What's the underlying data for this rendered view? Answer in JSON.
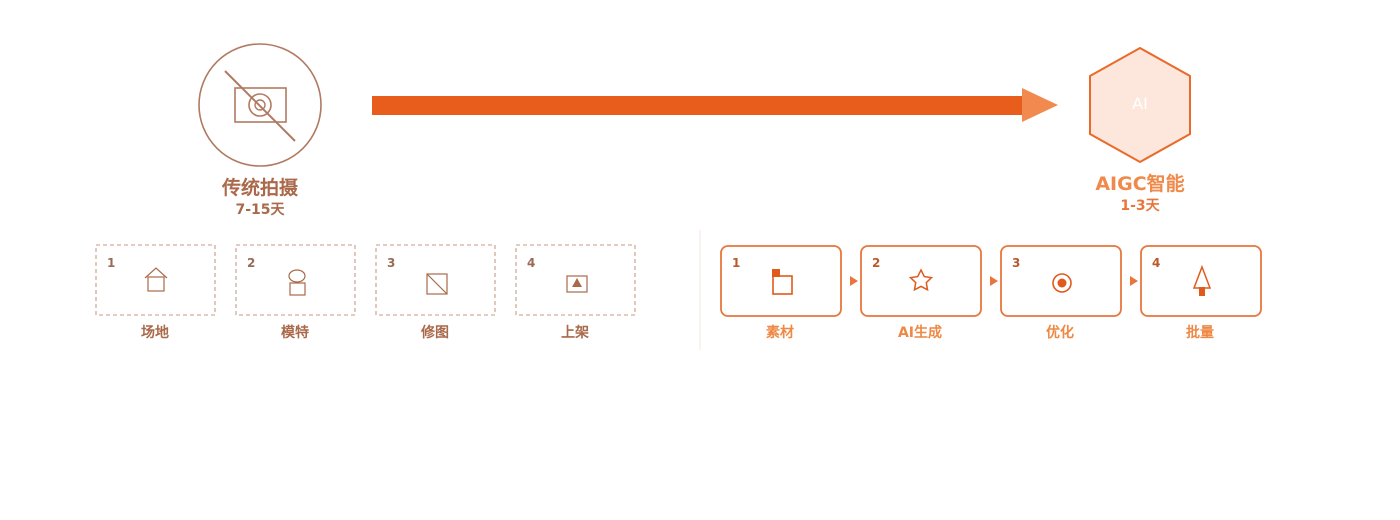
{
  "traditional": {
    "title": "传统拍摄",
    "duration": "7-15天",
    "icon": "crossed-camera-icon",
    "steps": [
      {
        "number": "1",
        "label": "场地",
        "icon": "house-icon"
      },
      {
        "number": "2",
        "label": "模特",
        "icon": "person-icon"
      },
      {
        "number": "3",
        "label": "修图",
        "icon": "crop-icon"
      },
      {
        "number": "4",
        "label": "上架",
        "icon": "upload-icon"
      }
    ]
  },
  "aigc": {
    "title": "AIGC智能",
    "duration": "1-3天",
    "hex_label": "AI",
    "icon": "ai-hexagon-icon",
    "steps": [
      {
        "number": "1",
        "label": "素材",
        "icon": "material-icon"
      },
      {
        "number": "2",
        "label": "AI生成",
        "icon": "star-icon"
      },
      {
        "number": "3",
        "label": "优化",
        "icon": "target-icon"
      },
      {
        "number": "4",
        "label": "批量",
        "icon": "up-arrow-icon"
      }
    ]
  },
  "colors": {
    "accent": "#e85d1b",
    "traditional": "#a9694a",
    "aigc": "#f08a4b"
  }
}
